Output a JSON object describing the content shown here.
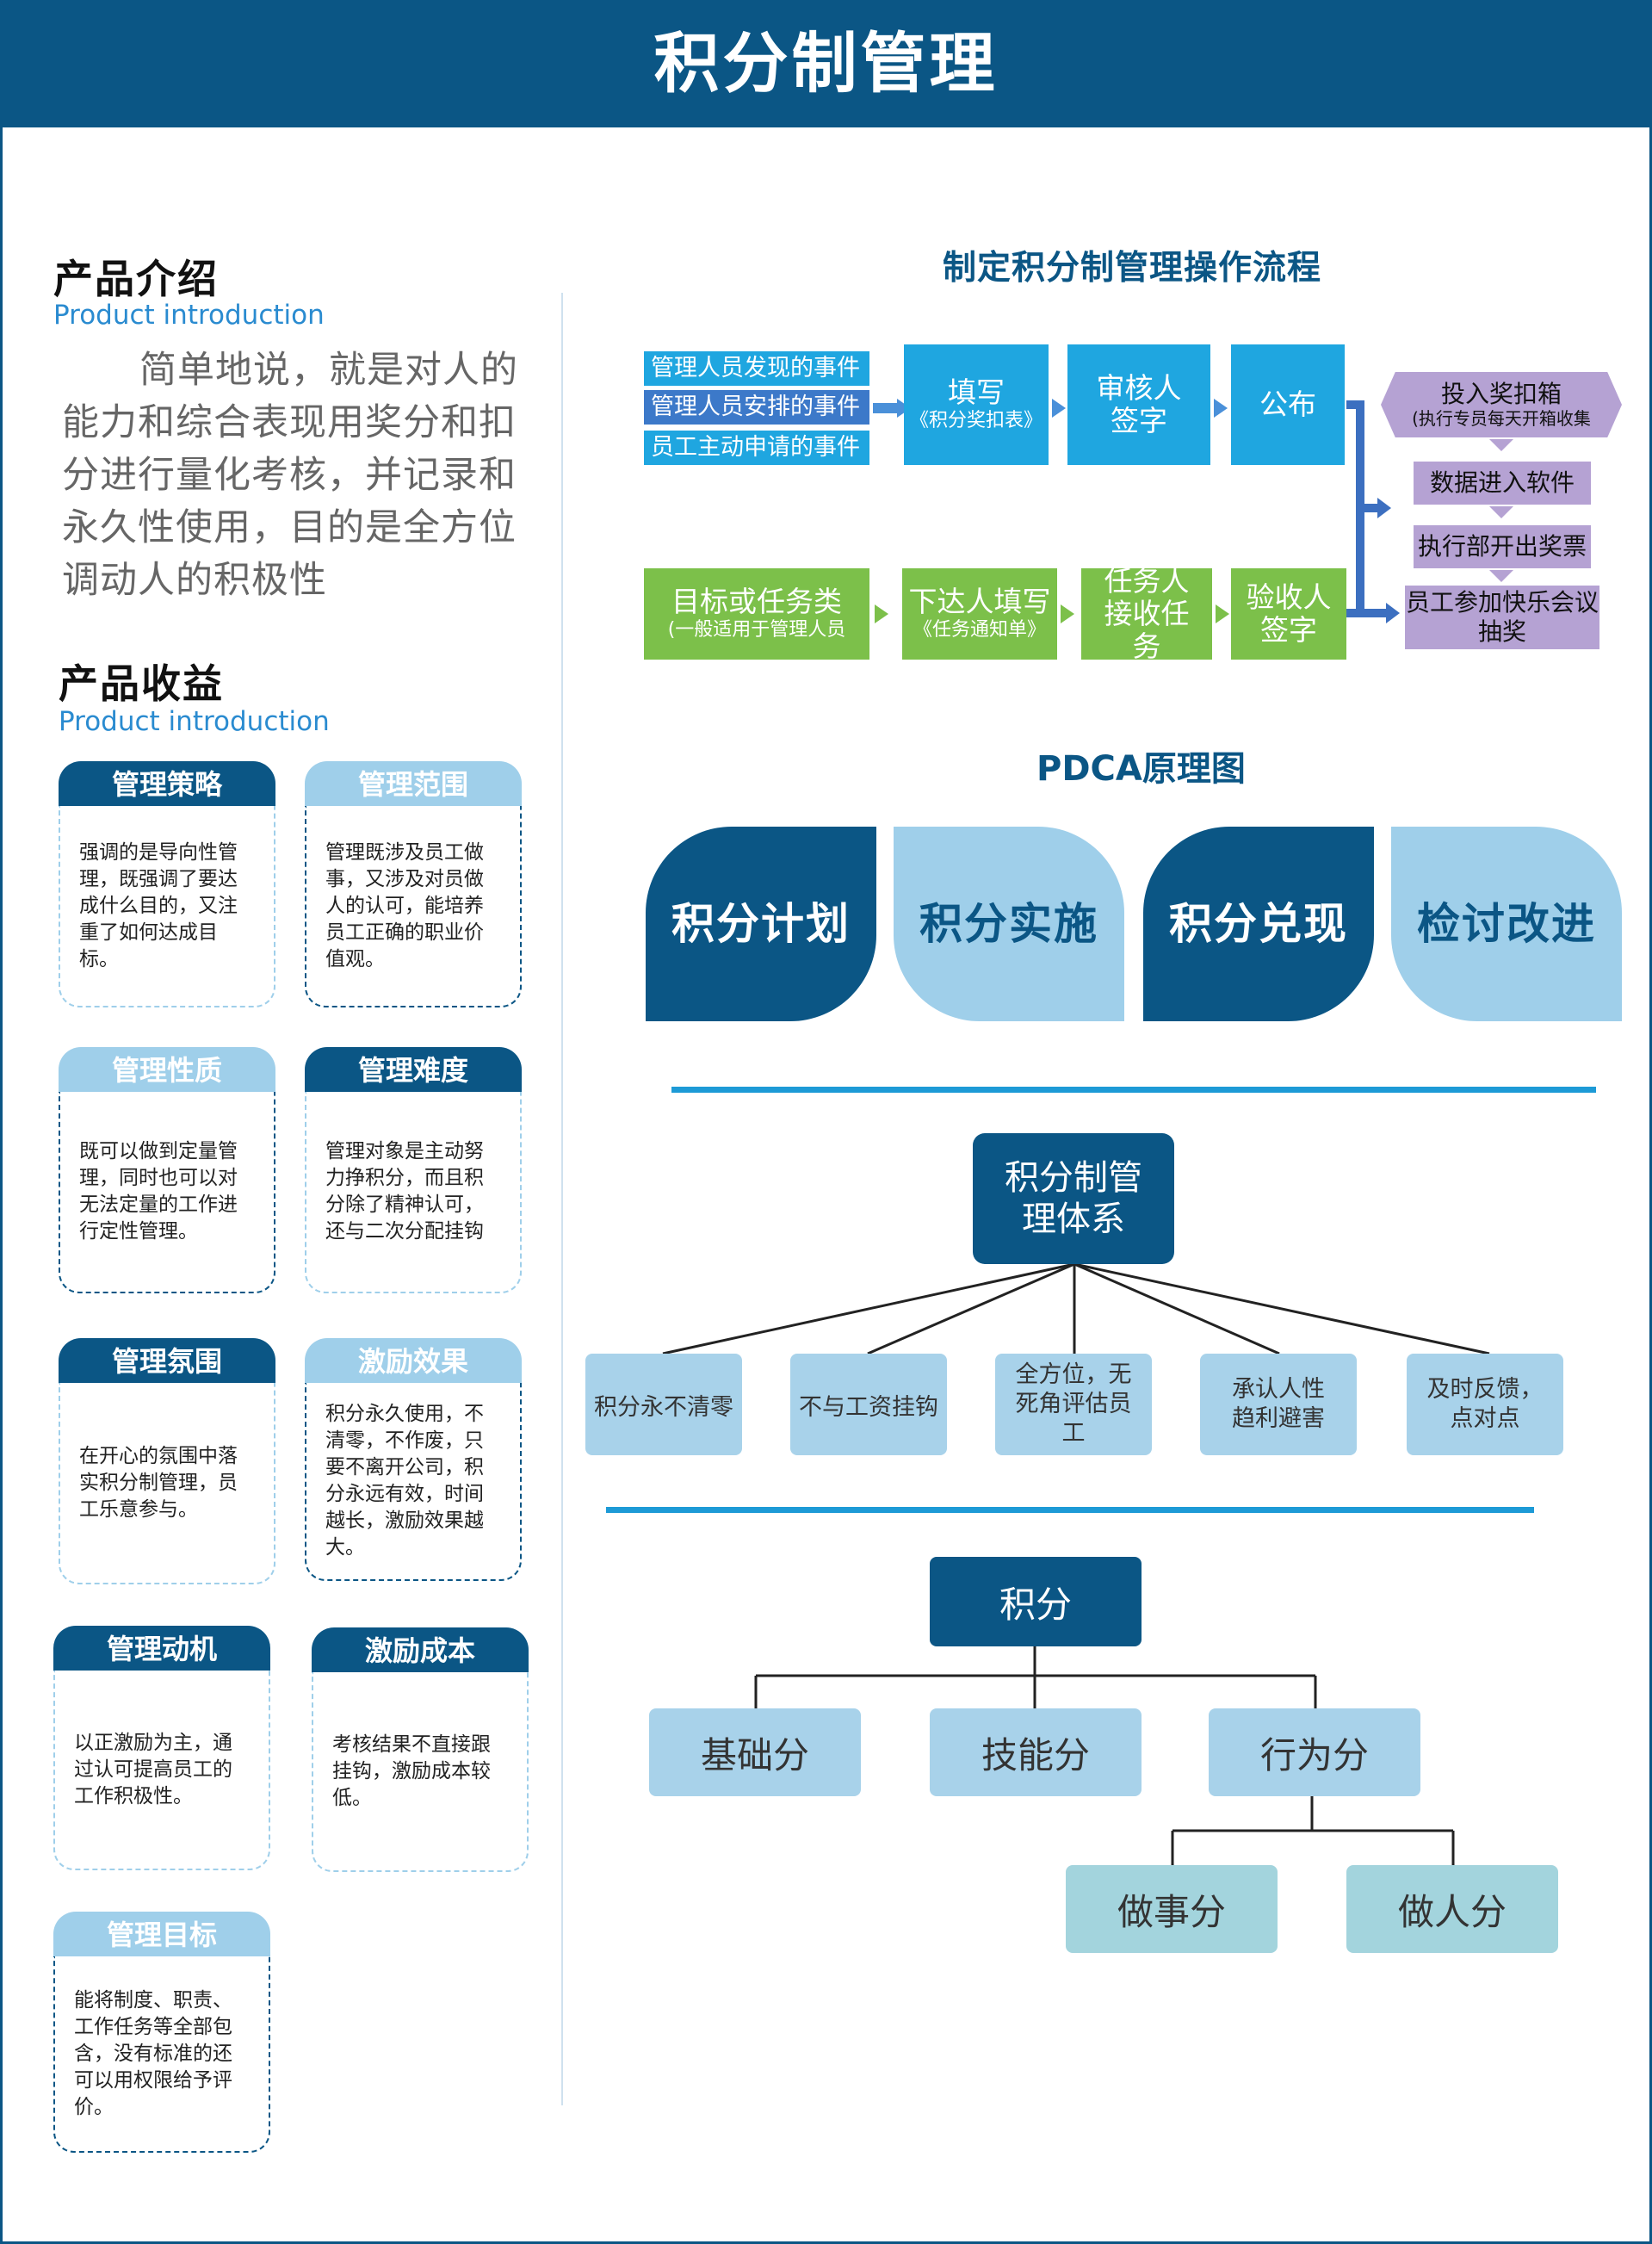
{
  "header": {
    "title": "积分制管理"
  },
  "intro": {
    "title": "产品介绍",
    "subtitle": "Product introduction",
    "text": "简单地说，就是对人的能力和综合表现用奖分和扣分进行量化考核，并记录和永久性使用，目的是全方位调动人的积极性"
  },
  "benefits": {
    "title": "产品收益",
    "subtitle": "Product introduction",
    "cards": [
      {
        "title": "管理策略",
        "text": "强调的是导向性管理，既强调了要达成什么目的，又注重了如何达成目标。"
      },
      {
        "title": "管理范围",
        "text": "管理既涉及员工做事，又涉及对员做人的认可，能培养员工正确的职业价值观。"
      },
      {
        "title": "管理性质",
        "text": "既可以做到定量管理，同时也可以对无法定量的工作进行定性管理。"
      },
      {
        "title": "管理难度",
        "text": "管理对象是主动努力挣积分，而且积分除了精神认可，还与二次分配挂钩"
      },
      {
        "title": "管理氛围",
        "text": "在开心的氛围中落实积分制管理，员工乐意参与。"
      },
      {
        "title": "激励效果",
        "text": "积分永久使用，不清零，不作废，只要不离开公司，积分永远有效，时间越长，激励效果越大。"
      },
      {
        "title": "管理动机",
        "text": "以正激励为主，通过认可提高员工的工作积极性。"
      },
      {
        "title": "激励成本",
        "text": "考核结果不直接跟挂钩，激励成本较低。"
      },
      {
        "title": "管理目标",
        "text": "能将制度、职责、工作任务等全部包含，没有标准的还可以用权限给予评价。"
      }
    ]
  },
  "flow": {
    "title": "制定积分制管理操作流程",
    "events": [
      "管理人员发现的事件",
      "管理人员安排的事件",
      "员工主动申请的事件"
    ],
    "fill": {
      "main": "填写",
      "sub": "《积分奖扣表》"
    },
    "review": "审核人签字",
    "publish": "公布",
    "task": {
      "main": "目标或任务类",
      "sub": "(一般适用于管理人员"
    },
    "assign": {
      "main": "下达人填写",
      "sub": "《任务通知单》"
    },
    "receive": "任务人接收任务",
    "accept": "验收人签字",
    "steps": [
      {
        "main": "投入奖扣箱",
        "sub": "(执行专员每天开箱收集"
      },
      {
        "main": "数据进入软件",
        "sub": ""
      },
      {
        "main": "执行部开出奖票",
        "sub": ""
      },
      {
        "main": "员工参加快乐会议抽奖",
        "sub": ""
      }
    ]
  },
  "pdca": {
    "title": "PDCA原理图",
    "items": [
      "积分计划",
      "积分实施",
      "积分兑现",
      "检讨改进"
    ]
  },
  "system": {
    "root": "积分制管理体系",
    "items": [
      "积分永不清零",
      "不与工资挂钩",
      "全方位，无死角评估员工",
      "承认人性趋利避害",
      "及时反馈，点对点"
    ]
  },
  "score": {
    "root": "积分",
    "level1": [
      "基础分",
      "技能分",
      "行为分"
    ],
    "level2": [
      "做事分",
      "做人分"
    ]
  },
  "colors": {
    "navy": "#0b5685",
    "sky": "#9fcfea",
    "cyan": "#1fa6e0",
    "green": "#7cc04a",
    "purple": "#b5a2d3"
  }
}
